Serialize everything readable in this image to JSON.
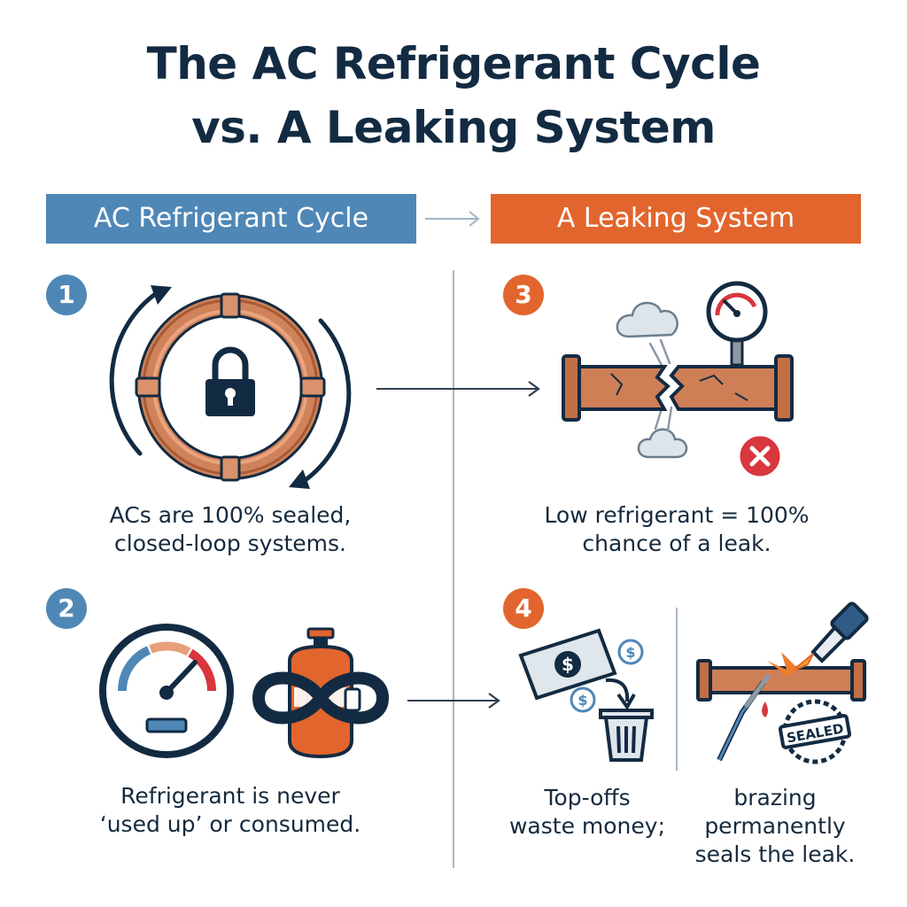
{
  "title": {
    "line1": "The AC Refrigerant Cycle",
    "line2": "vs. A Leaking System"
  },
  "banners": {
    "left": "AC Refrigerant Cycle",
    "right": "A Leaking System"
  },
  "steps": [
    {
      "number": "1",
      "caption_line1": "ACs are 100% sealed,",
      "caption_line2": "closed-loop systems."
    },
    {
      "number": "2",
      "caption_line1": "Refrigerant is never",
      "caption_line2": "‘used up’ or consumed."
    },
    {
      "number": "3",
      "caption_line1": "Low refrigerant = 100%",
      "caption_line2": "chance of a leak."
    },
    {
      "number": "4",
      "caption_a_line1": "Top-offs",
      "caption_a_line2": "waste money;",
      "caption_b_line1": "brazing",
      "caption_b_line2": "permanently",
      "caption_b_line3": "seals the leak."
    }
  ],
  "labels": {
    "sealed_stamp": "SEALED",
    "dollar_symbol": "$"
  },
  "colors": {
    "navy": "#132b42",
    "blue": "#4f87b6",
    "orange": "#e2652d",
    "copper": "#c9784e",
    "red": "#d9363e"
  },
  "icons": [
    "loop-arrows-icon",
    "copper-pipe-ring-icon",
    "padlock-icon",
    "gauge-icon",
    "refrigerant-tank-icon",
    "infinity-icon",
    "broken-pipe-icon",
    "pressure-gauge-icon",
    "leak-cloud-icon",
    "error-x-icon",
    "money-icon",
    "trash-can-icon",
    "brazing-torch-icon",
    "sealed-stamp-icon"
  ]
}
